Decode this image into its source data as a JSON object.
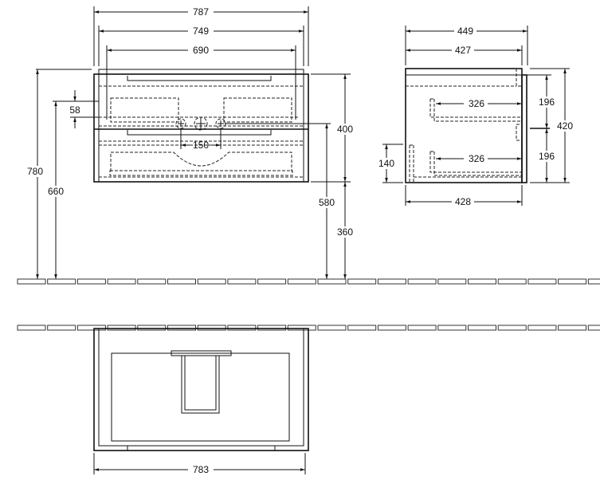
{
  "front_view": {
    "width_overall": "787",
    "width_body": "749",
    "width_inner": "690",
    "height_overall": "780",
    "height_siphon": "660",
    "siphon_offset": "58",
    "drawer_height": "400",
    "waste_height": "580",
    "floor_clearance": "360",
    "tap_spacing": "150"
  },
  "side_view": {
    "depth_overall": "449",
    "depth_body": "427",
    "depth_bottom": "428",
    "height": "420",
    "drawer_upper": "196",
    "drawer_lower": "196",
    "drawer_depth_upper": "326",
    "drawer_depth_lower": "326",
    "recess_height": "140"
  },
  "plan_view": {
    "width": "783"
  }
}
